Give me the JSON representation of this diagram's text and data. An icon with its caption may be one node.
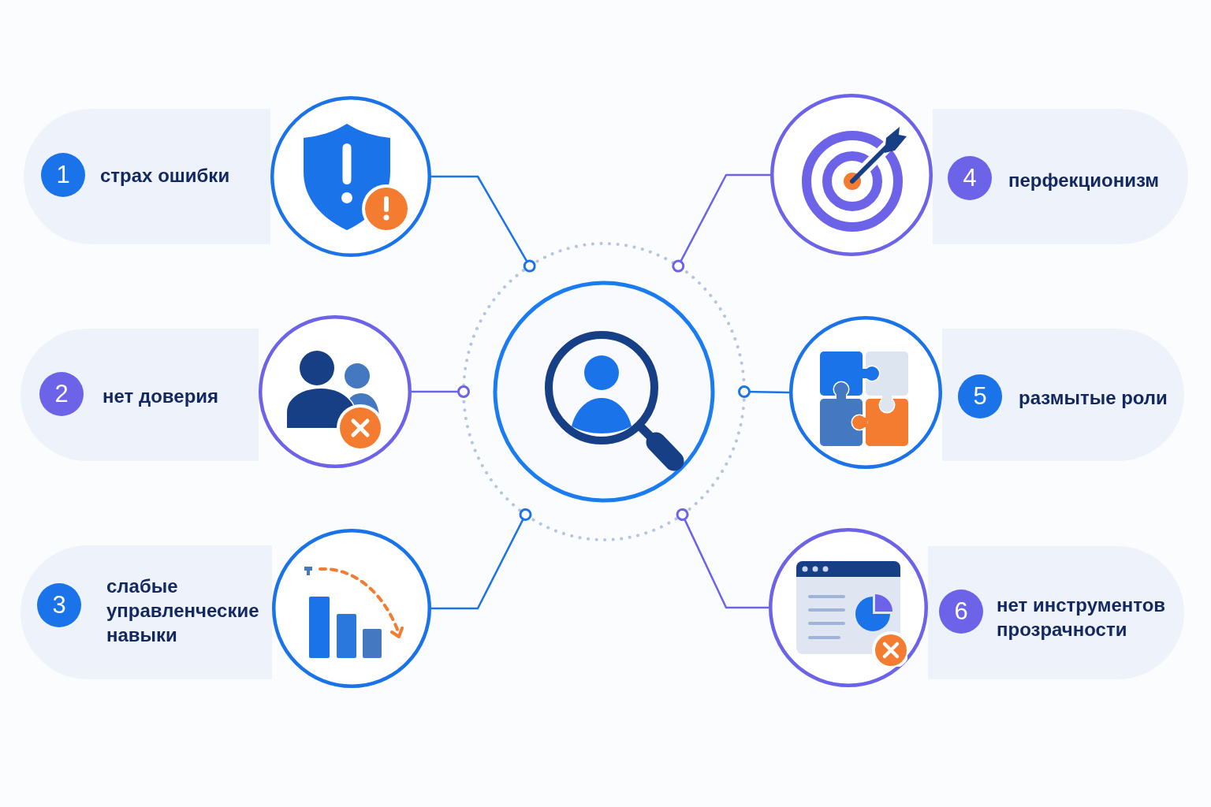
{
  "diagram": {
    "nodes": [
      {
        "text": [],
        "shape": "circle"
      },
      {
        "text": [
          "1",
          "страх ошибки"
        ]
      },
      {
        "text": [],
        "shape": "circle"
      },
      {
        "text": [
          "2",
          "нет доверия"
        ]
      },
      {
        "text": [],
        "shape": "circle"
      },
      {
        "text": [
          "3",
          "слабые управленческие навыки"
        ]
      },
      {
        "text": [],
        "shape": "circle"
      },
      {
        "text": [
          "4",
          "перфекционизм"
        ]
      },
      {
        "text": [],
        "shape": "circle"
      },
      {
        "text": [
          "5",
          "размытые роли"
        ]
      },
      {
        "text": [],
        "shape": "circle"
      },
      {
        "text": [
          "6",
          "нет инструментов прозрачности"
        ]
      },
      {
        "text": [],
        "shape": "circle"
      }
    ],
    "edges": [
      {
        "from": 2,
        "to": 0,
        "arrow": "other"
      },
      {
        "from": 4,
        "to": 0,
        "arrow": "other",
        "color": "#6c63e8"
      },
      {
        "from": 6,
        "to": 0,
        "arrow": "other"
      },
      {
        "from": 8,
        "to": 0,
        "arrow": "other",
        "color": "#6c63e8"
      },
      {
        "from": 10,
        "to": 0,
        "arrow": "other"
      },
      {
        "from": 12,
        "to": 0,
        "arrow": "other",
        "color": "#6c63e8"
      }
    ]
  }
}
